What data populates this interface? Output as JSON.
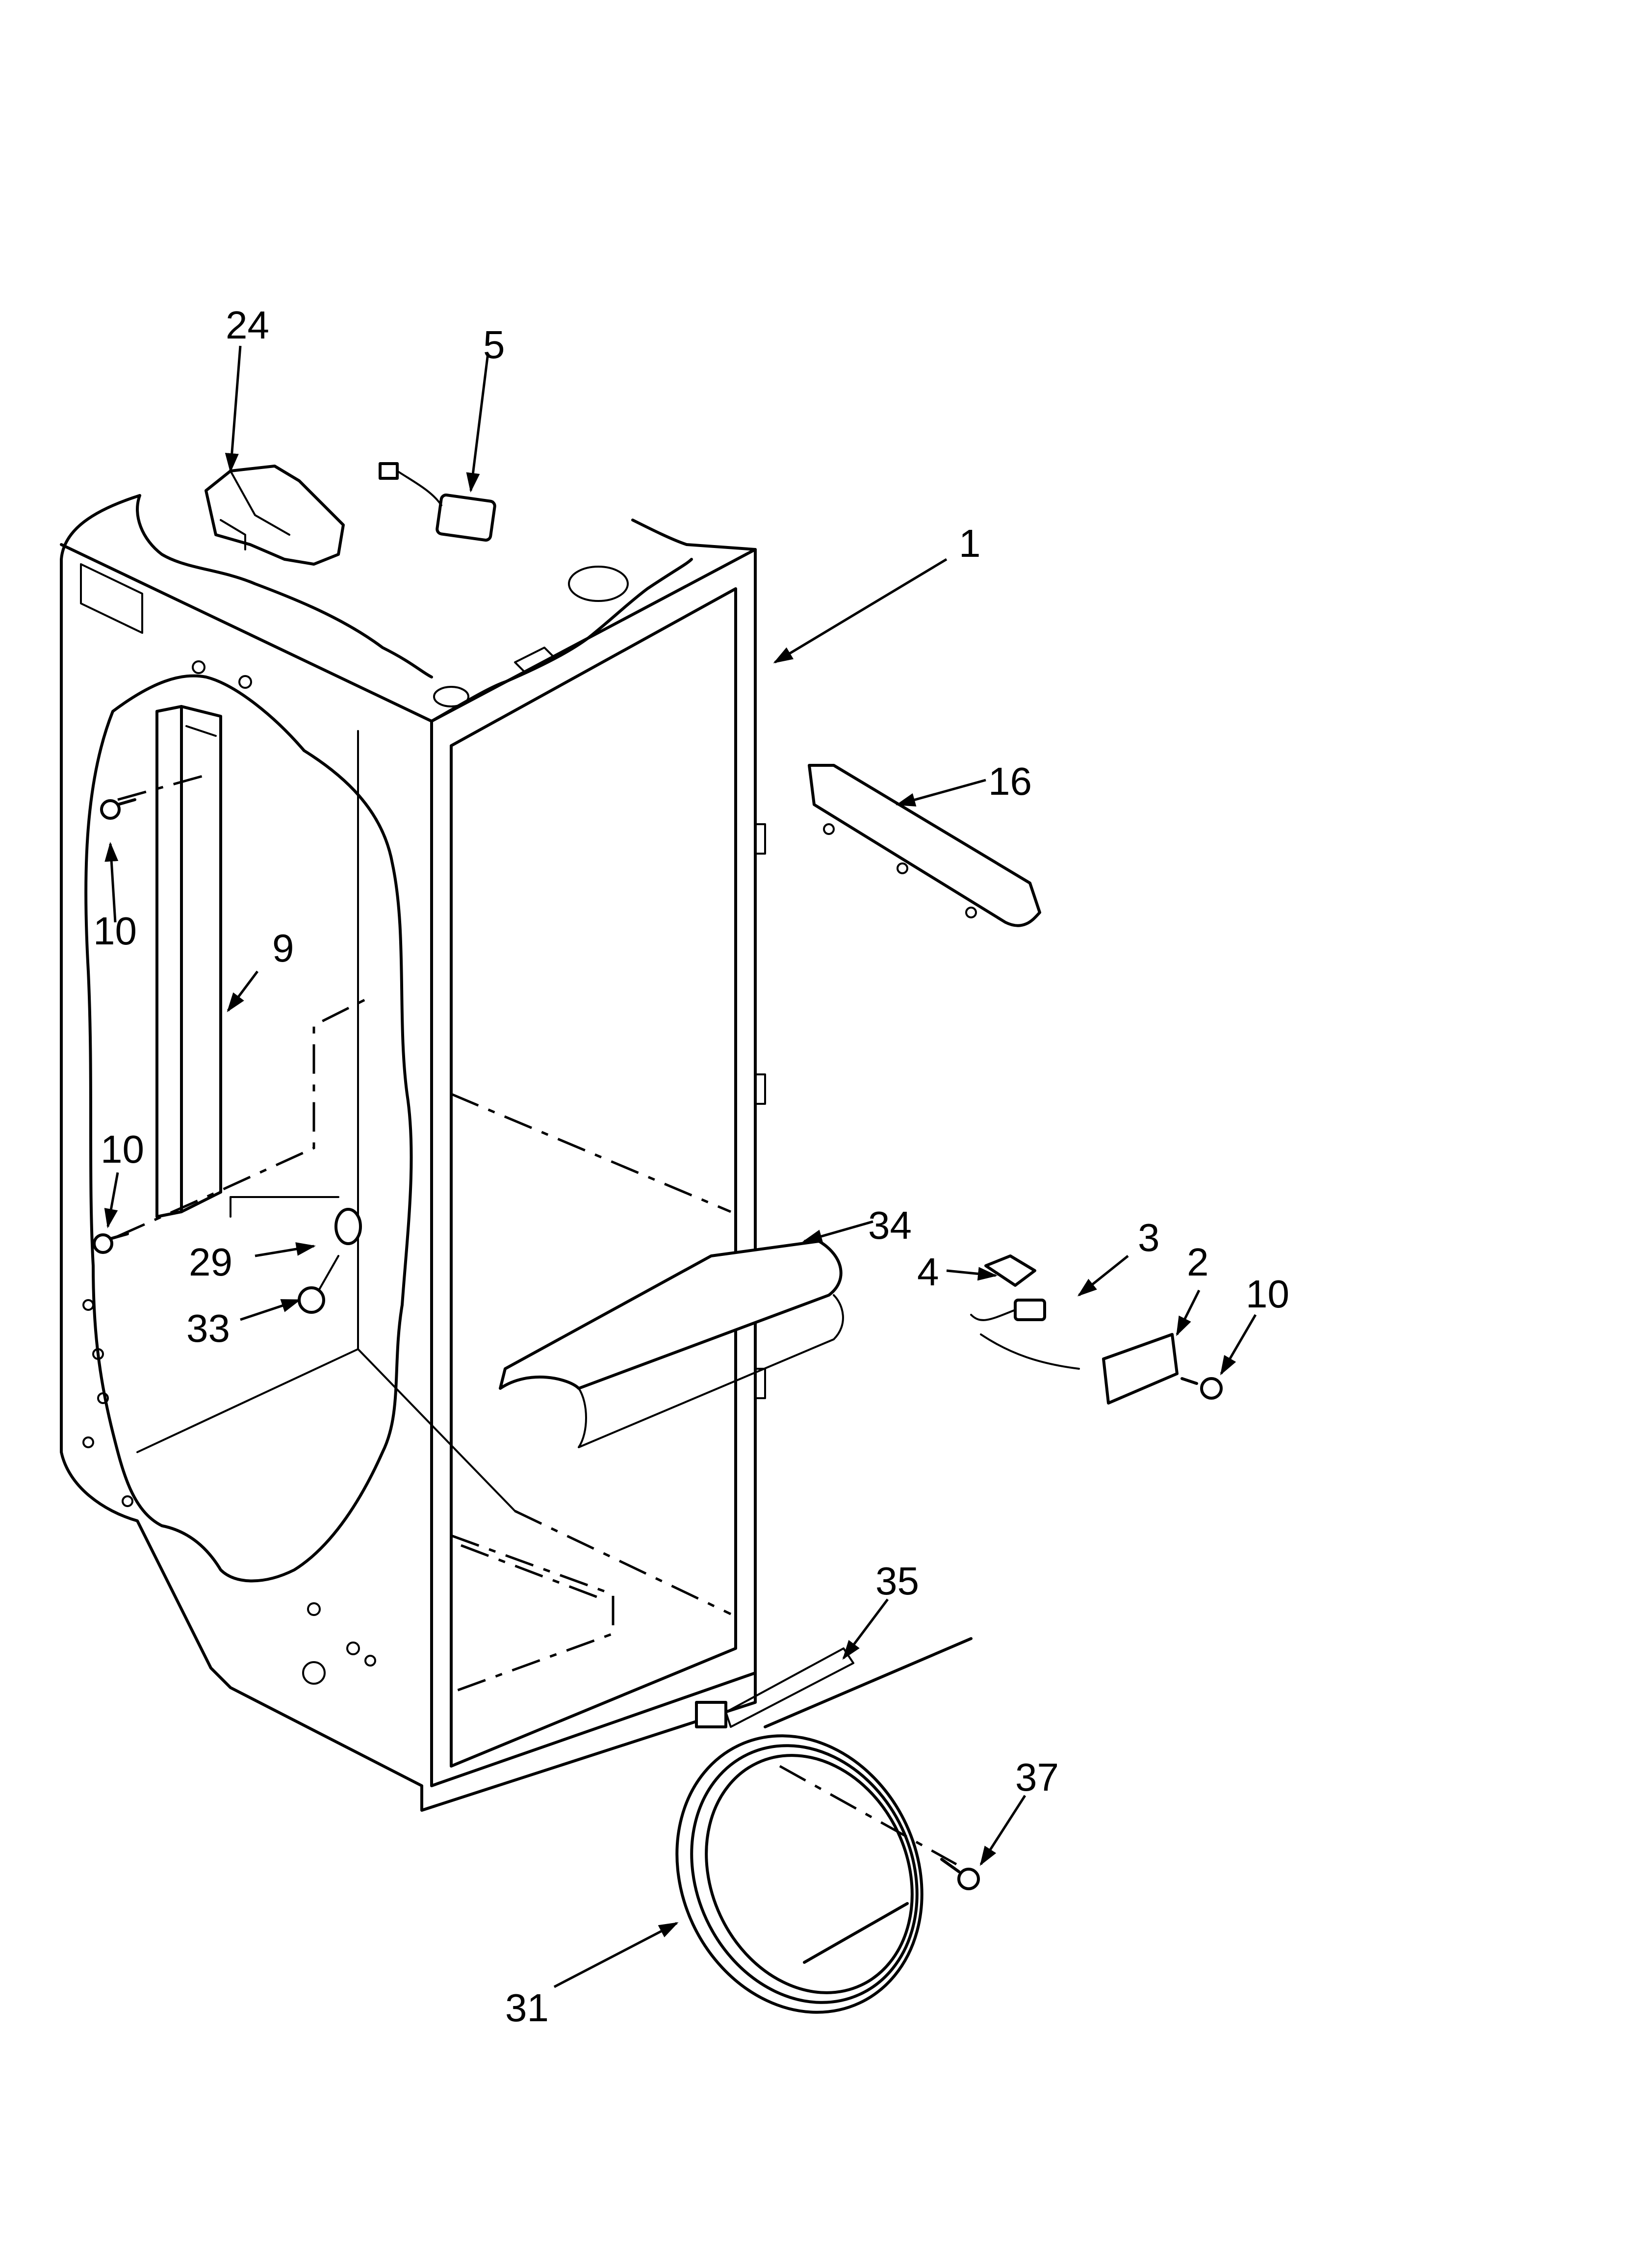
{
  "callouts": {
    "c1": "1",
    "c2": "2",
    "c3": "3",
    "c4": "4",
    "c5": "5",
    "c9": "9",
    "c10a": "10",
    "c10b": "10",
    "c10c": "10",
    "c16": "16",
    "c24": "24",
    "c29": "29",
    "c31": "31",
    "c33": "33",
    "c34": "34",
    "c35": "35",
    "c37": "37"
  }
}
